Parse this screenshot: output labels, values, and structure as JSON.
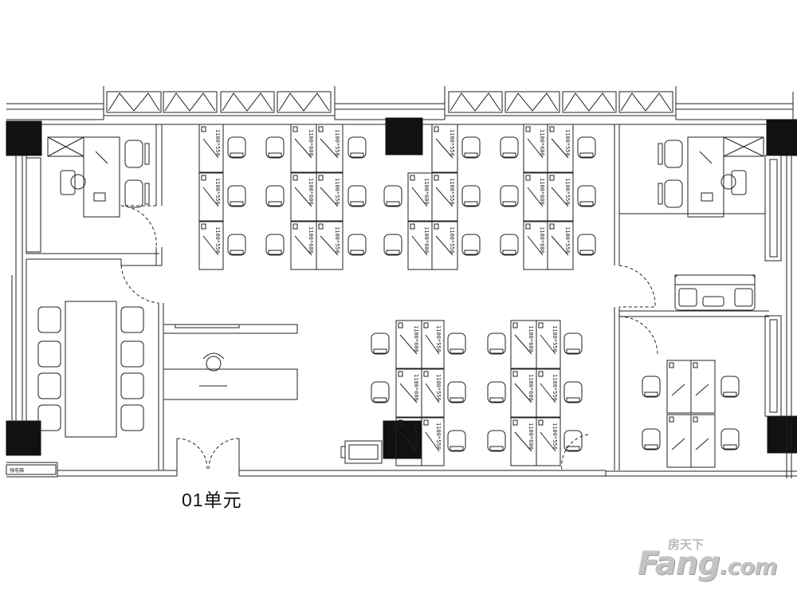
{
  "unit_label": "01单元",
  "meter_label": "强电箱",
  "desk_labels": {
    "a": "1100*550",
    "b": "1100*600"
  },
  "watermark": {
    "cn": "房天下",
    "en": "Fang",
    "com": ".com"
  }
}
